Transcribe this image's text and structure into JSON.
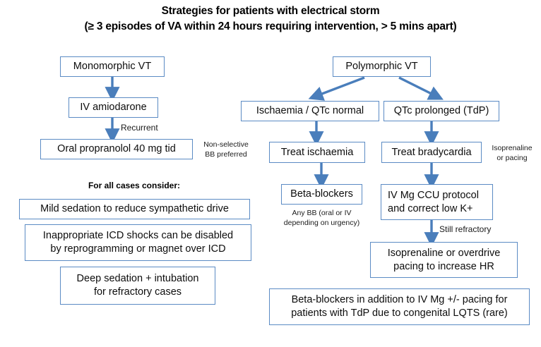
{
  "title": {
    "line1": "Strategies for patients with electrical storm",
    "line2": "(≥ 3 episodes of VA within 24 hours requiring intervention, > 5 mins apart)"
  },
  "colors": {
    "box_border": "#5b8bc4",
    "arrow": "#4a7ebb",
    "text": "#0d0d0d",
    "background": "#ffffff"
  },
  "nodes": {
    "monomorphic_vt": "Monomorphic VT",
    "iv_amiodarone": "IV amiodarone",
    "oral_propranolol": "Oral propranolol 40 mg tid",
    "polymorphic_vt": "Polymorphic VT",
    "ischaemia_qtc_normal": "Ischaemia / QTc normal",
    "qtc_prolonged": "QTc prolonged (TdP)",
    "treat_ischaemia": "Treat ischaemia",
    "treat_bradycardia": "Treat bradycardia",
    "beta_blockers": "Beta-blockers",
    "iv_mg_ccu": "IV Mg CCU protocol\nand correct low K+",
    "isoprenaline_overdrive": "Isoprenaline or overdrive\npacing to increase HR",
    "mild_sedation": "Mild sedation to reduce sympathetic drive",
    "icd_shocks": "Inappropriate ICD shocks can be disabled\nby reprogramming or magnet over ICD",
    "deep_sedation": "Deep sedation + intubation\nfor refractory cases",
    "beta_blockers_tdp": "Beta-blockers in addition to IV Mg +/- pacing for\npatients with TdP due to congenital LQTS (rare)"
  },
  "edge_labels": {
    "recurrent": "Recurrent",
    "still_refractory": "Still refractory"
  },
  "notes": {
    "non_selective_bb": "Non-selective\nBB preferred",
    "isoprenaline_or_pacing": "Isoprenaline\nor pacing",
    "any_bb": "Any BB (oral or IV\ndepending on urgency)",
    "for_all_cases": "For all cases consider:"
  }
}
